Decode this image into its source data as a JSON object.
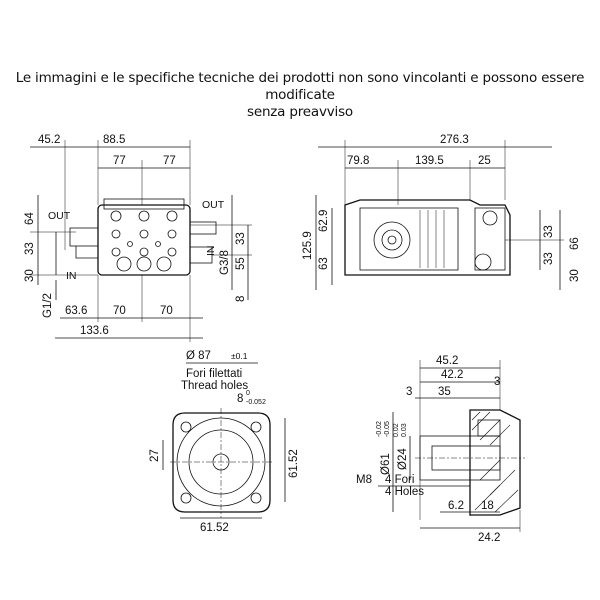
{
  "disclaimer": {
    "line1": "Le immagini e le specifiche tecniche dei prodotti non sono vincolanti e possono essere modificate",
    "line2": "senza preavviso"
  },
  "front_view": {
    "dims_top": [
      "45.2",
      "88.5",
      "77",
      "77"
    ],
    "dims_left": [
      "64",
      "33",
      "30",
      "G1/2"
    ],
    "dims_right": [
      "33",
      "55",
      "G3/8",
      "8"
    ],
    "dims_bottom": [
      "63.6",
      "70",
      "70",
      "133.6"
    ],
    "labels": {
      "out_left": "OUT",
      "out_right": "OUT",
      "in_left": "IN",
      "in_right": "IN"
    }
  },
  "side_view": {
    "dims_top": [
      "276.3",
      "79.8",
      "139.5",
      "25"
    ],
    "dims_left": [
      "125.9",
      "62.9",
      "63"
    ],
    "dims_right": [
      "33",
      "33",
      "66",
      "30"
    ]
  },
  "flange_view": {
    "diameter_label": "Ø 87",
    "diameter_tol": "±0.1",
    "holes_it": "Fori filettati",
    "holes_en": "Thread holes",
    "hole_dim": "8",
    "hole_tol_upper": "0",
    "hole_tol_lower": "-0.052",
    "dim_left": "27",
    "dim_right": "61.52",
    "dim_bottom": "61.52"
  },
  "shaft_view": {
    "dims_top": [
      "45.2",
      "42.2",
      "3",
      "3",
      "35"
    ],
    "dim_d61": "Ø61",
    "d61_tol_upper": "-0.02",
    "d61_tol_lower": "-0.05",
    "dim_d24": "Ø24",
    "d24_tol_upper": "0.02",
    "d24_tol_lower": "0.03",
    "thread": "M8",
    "holes_it": "4 Fori",
    "holes_en": "4 Holes",
    "dims_bottom": [
      "6.2",
      "18",
      "24.2"
    ]
  }
}
